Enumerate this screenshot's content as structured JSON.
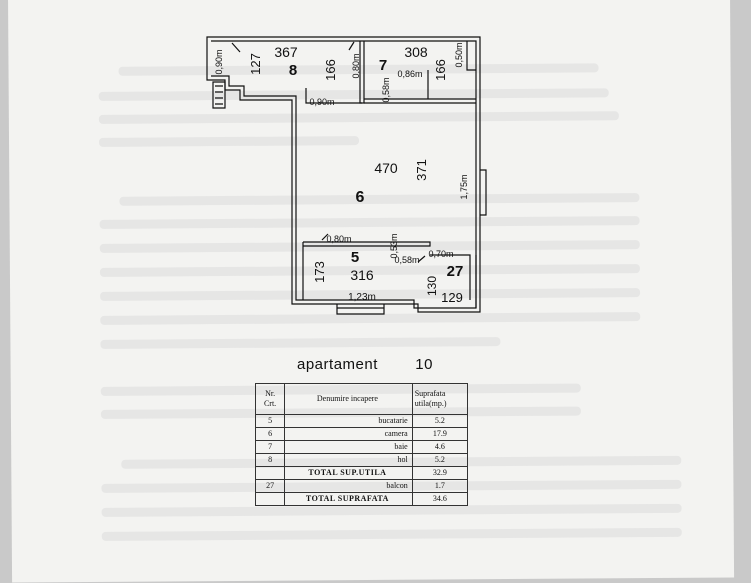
{
  "plan": {
    "rooms": [
      {
        "no": "8"
      },
      {
        "no": "7"
      },
      {
        "no": "6"
      },
      {
        "no": "5"
      },
      {
        "no": "27"
      }
    ],
    "dimensions": [
      "367",
      "308",
      "127",
      "166",
      "166",
      "470",
      "371",
      "316",
      "173",
      "130",
      "129"
    ],
    "openings": [
      "0,90m",
      "0,80m",
      "0,86m",
      "0,58m",
      "0,50m",
      "0,90m",
      "1,75m",
      "0,80m",
      "0,53m",
      "0,58m",
      "0,70m",
      "1,23m"
    ]
  },
  "caption": {
    "label": "apartament",
    "number": "10"
  },
  "table": {
    "headers": {
      "nr": "Nr.",
      "crt": "Crt.",
      "name": "Denumire incapere",
      "area_1": "Suprafata",
      "area_2": "utila(mp.)"
    },
    "rows": [
      {
        "nr": "5",
        "name": "bucatarie",
        "area": "5.2"
      },
      {
        "nr": "6",
        "name": "camera",
        "area": "17.9"
      },
      {
        "nr": "7",
        "name": "baie",
        "area": "4.6"
      },
      {
        "nr": "8",
        "name": "hol",
        "area": "5.2"
      }
    ],
    "total_util": {
      "label": "TOTAL SUP.UTILA",
      "area": "32.9"
    },
    "balcony": {
      "nr": "27",
      "name": "balcon",
      "area": "1.7"
    },
    "total": {
      "label": "TOTAL SUPRAFATA",
      "area": "34.6"
    }
  },
  "colors": {
    "paper": "#f3f3f1",
    "ink": "#111111",
    "background": "#c9c9c9"
  }
}
